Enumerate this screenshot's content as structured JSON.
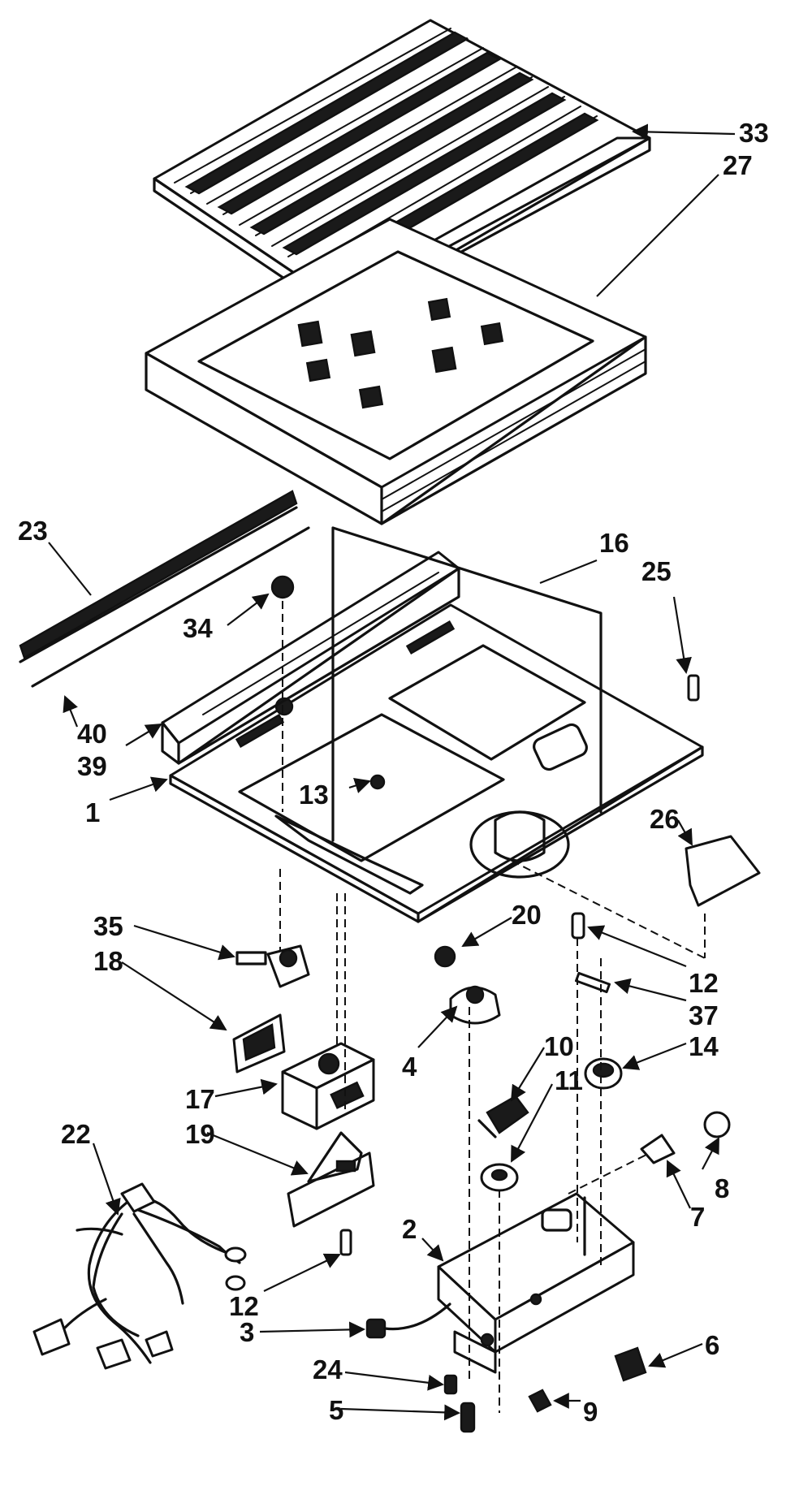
{
  "callouts": {
    "c1": "1",
    "c2": "2",
    "c3": "3",
    "c4": "4",
    "c5": "5",
    "c6": "6",
    "c7": "7",
    "c8": "8",
    "c9": "9",
    "c10": "10",
    "c11": "11",
    "c12a": "12",
    "c12b": "12",
    "c13": "13",
    "c14": "14",
    "c16": "16",
    "c17": "17",
    "c18": "18",
    "c19": "19",
    "c20": "20",
    "c22": "22",
    "c23": "23",
    "c24": "24",
    "c25": "25",
    "c26": "26",
    "c27": "27",
    "c33": "33",
    "c34": "34",
    "c35": "35",
    "c37": "37",
    "c39": "39",
    "c40": "40"
  },
  "colors": {
    "ink": "#111111",
    "paper": "#ffffff"
  }
}
